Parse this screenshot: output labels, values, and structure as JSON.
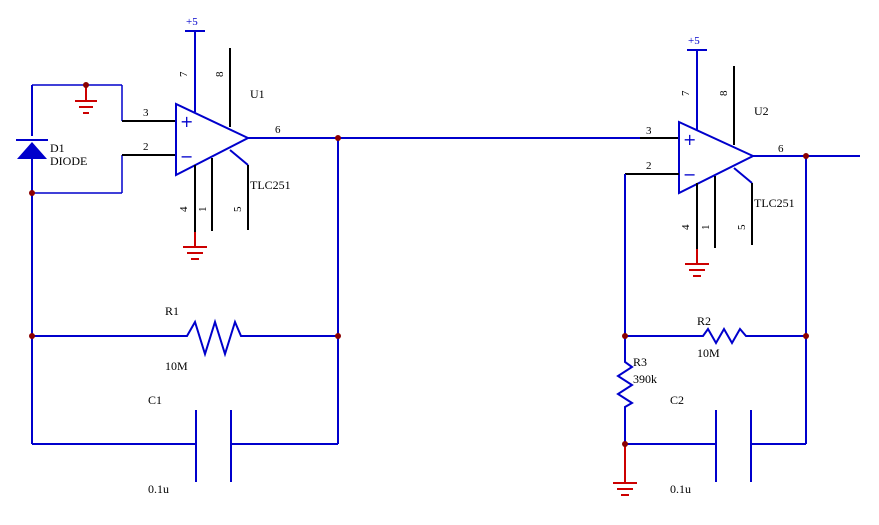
{
  "circuit": {
    "power_label": "+5",
    "diode": {
      "ref": "D1",
      "value": "DIODE"
    },
    "u1": {
      "ref": "U1",
      "part": "TLC251",
      "pins": {
        "noninv": "3",
        "inv": "2",
        "out": "6",
        "p7": "7",
        "p8": "8",
        "p4": "4",
        "p1": "1",
        "p5": "5"
      },
      "symbols": {
        "plus": "+",
        "minus": "−"
      }
    },
    "u2": {
      "ref": "U2",
      "part": "TLC251",
      "pins": {
        "noninv": "3",
        "inv": "2",
        "out": "6",
        "p7": "7",
        "p8": "8",
        "p4": "4",
        "p1": "1",
        "p5": "5"
      },
      "symbols": {
        "plus": "+",
        "minus": "−"
      }
    },
    "r1": {
      "ref": "R1",
      "value": "10M"
    },
    "c1": {
      "ref": "C1",
      "value": "0.1u"
    },
    "r2": {
      "ref": "R2",
      "value": "10M"
    },
    "r3": {
      "ref": "R3",
      "value": "390k"
    },
    "c2": {
      "ref": "C2",
      "value": "0.1u"
    }
  }
}
